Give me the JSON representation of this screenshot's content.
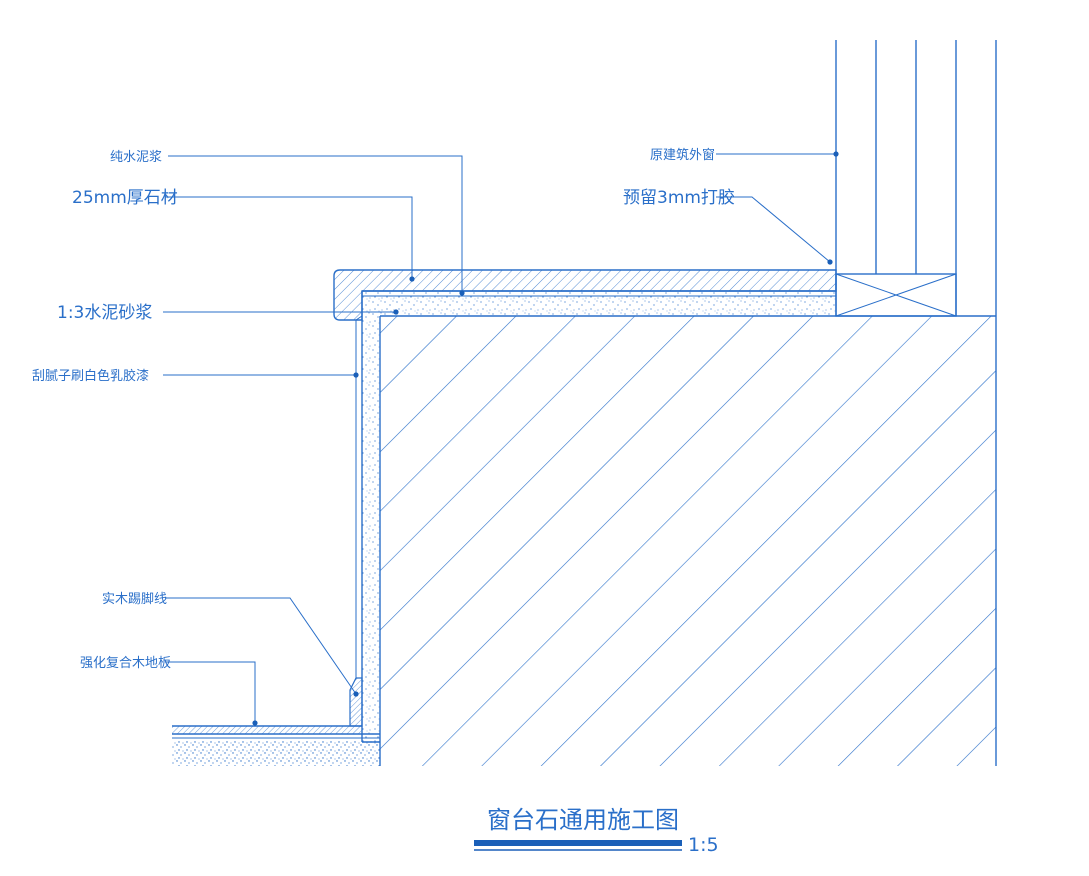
{
  "labels": {
    "pure_cement_slurry": "纯水泥浆",
    "stone_25mm": "25mm厚石材",
    "mortar_1_3": "1:3水泥砂浆",
    "putty_paint": "刮腻子刷白色乳胶漆",
    "wood_skirting": "实木踢脚线",
    "laminate_floor": "强化复合木地板",
    "existing_window": "原建筑外窗",
    "reserve_3mm_caulk": "预留3mm打胶"
  },
  "title": "窗台石通用施工图",
  "scale": "1:5",
  "colors": {
    "line": "#2a6fc9",
    "dot": "#1a5fb8",
    "title_bar": "#1a5fb8"
  }
}
